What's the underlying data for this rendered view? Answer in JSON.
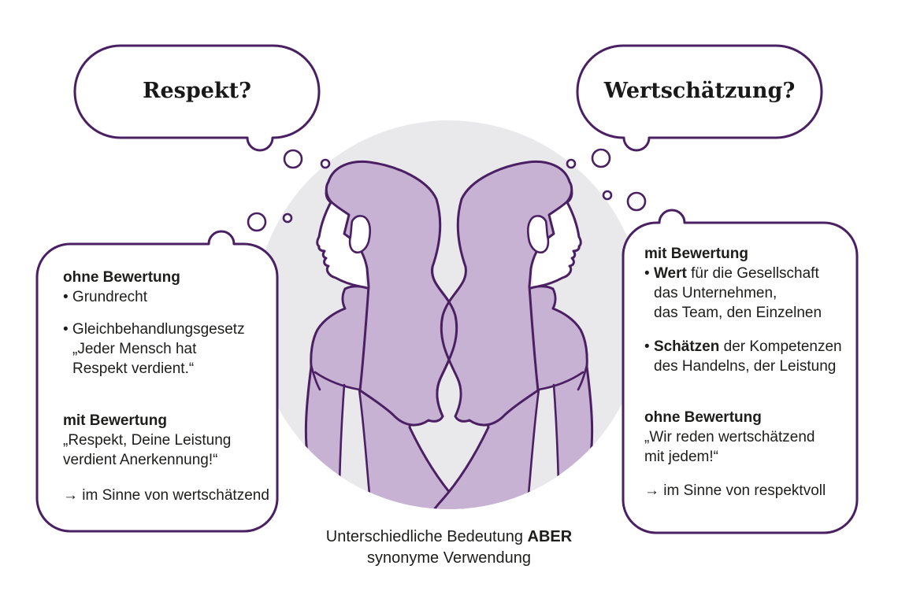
{
  "title_bubbles": {
    "left": "Respekt?",
    "right": "Wertschätzung?"
  },
  "box_left": {
    "heading_top": "ohne Bewertung",
    "bullet1": "• Grundrecht",
    "bullet2": "• Gleichbehandlungsgesetz",
    "bullet2_line2": "„Jeder Mensch hat",
    "bullet2_line3": "Respekt verdient.“",
    "heading_bottom": "mit Bewertung",
    "quote_line1": "„Respekt, Deine Leistung",
    "quote_line2": "verdient Anerkennung!“",
    "conclusion": "→ im Sinne von wertschätzend"
  },
  "box_right": {
    "heading_top": "mit Bewertung",
    "bullet1_marker": "• ",
    "bullet1_bold": "Wert",
    "bullet1_rest": " für die Gesellschaft",
    "bullet1_line2": "das Unternehmen,",
    "bullet1_line3": "das Team, den Einzelnen",
    "bullet2_marker": "• ",
    "bullet2_bold": "Schätzen",
    "bullet2_rest": " der Kompetenzen",
    "bullet2_line2": "des Handelns, der Leistung",
    "heading_bottom": "ohne Bewertung",
    "quote_line1": "„Wir reden wertschätzend",
    "quote_line2": "mit jedem!“",
    "conclusion": "→ im Sinne von respektvoll"
  },
  "caption": {
    "line1_regular": "Unterschiedliche Bedeutung ",
    "line1_bold": "ABER",
    "line2": "synonyme Verwendung"
  },
  "colors": {
    "outline_purple": "#4a2063",
    "hair_fill": "#c7b2d4",
    "circle_gray": "#e9e8ea",
    "text_dark": "#1d1d1b",
    "background": "#ffffff"
  }
}
